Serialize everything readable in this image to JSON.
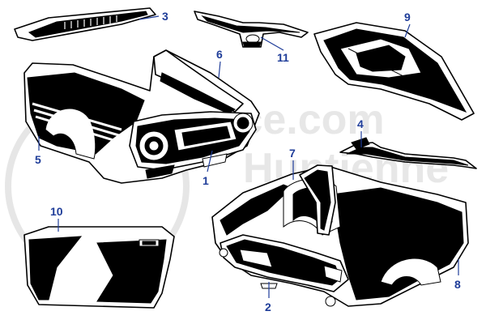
{
  "watermark": {
    "line1": "AlfaService.com",
    "line2": "Huntienne"
  },
  "callouts": [
    {
      "id": "callout-1",
      "label": "1"
    },
    {
      "id": "callout-2",
      "label": "2"
    },
    {
      "id": "callout-3",
      "label": "3"
    },
    {
      "id": "callout-4",
      "label": "4"
    },
    {
      "id": "callout-5",
      "label": "5"
    },
    {
      "id": "callout-6",
      "label": "6"
    },
    {
      "id": "callout-7",
      "label": "7"
    },
    {
      "id": "callout-8",
      "label": "8"
    },
    {
      "id": "callout-9",
      "label": "9"
    },
    {
      "id": "callout-10",
      "label": "10"
    },
    {
      "id": "callout-11",
      "label": "11"
    }
  ],
  "colors": {
    "callout": "#1f3d99",
    "ink": "#000000",
    "watermark": "#d8d8d8"
  }
}
